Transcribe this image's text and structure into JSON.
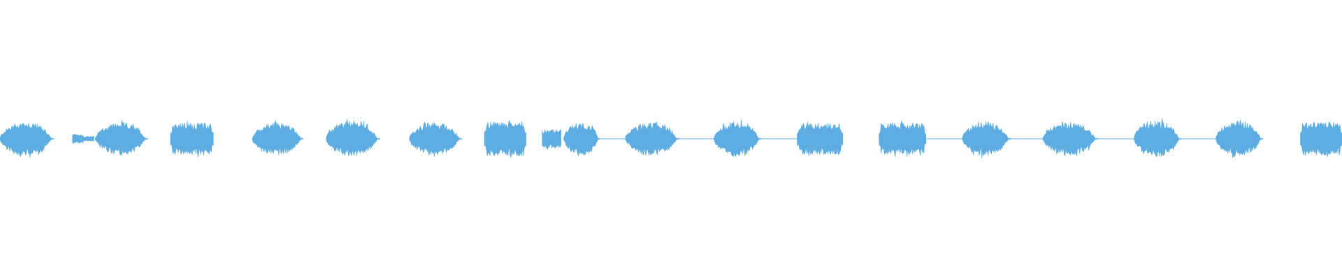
{
  "waveform": {
    "color": "#5DADE2",
    "background": "#ffffff",
    "normalized_peak": 1.0,
    "bursts": [
      {
        "start": 0.0,
        "end": 0.04,
        "level": 0.85,
        "shape": "swell"
      },
      {
        "start": 0.054,
        "end": 0.062,
        "level": 0.22,
        "shape": "flat"
      },
      {
        "start": 0.062,
        "end": 0.07,
        "level": 0.12,
        "shape": "flat"
      },
      {
        "start": 0.071,
        "end": 0.11,
        "level": 0.8,
        "shape": "swell"
      },
      {
        "start": 0.127,
        "end": 0.159,
        "level": 0.82,
        "shape": "block"
      },
      {
        "start": 0.188,
        "end": 0.226,
        "level": 0.8,
        "shape": "swell"
      },
      {
        "start": 0.243,
        "end": 0.283,
        "level": 0.88,
        "shape": "swell"
      },
      {
        "start": 0.305,
        "end": 0.344,
        "level": 0.8,
        "shape": "swell"
      },
      {
        "start": 0.361,
        "end": 0.392,
        "level": 0.88,
        "shape": "block"
      },
      {
        "start": 0.404,
        "end": 0.418,
        "level": 0.45,
        "shape": "flat"
      },
      {
        "start": 0.42,
        "end": 0.447,
        "level": 0.8,
        "shape": "swell"
      },
      {
        "start": 0.466,
        "end": 0.506,
        "level": 0.8,
        "shape": "swell"
      },
      {
        "start": 0.532,
        "end": 0.567,
        "level": 0.85,
        "shape": "swell"
      },
      {
        "start": 0.594,
        "end": 0.628,
        "level": 0.8,
        "shape": "block"
      },
      {
        "start": 0.655,
        "end": 0.69,
        "level": 0.8,
        "shape": "block"
      },
      {
        "start": 0.717,
        "end": 0.753,
        "level": 0.85,
        "shape": "swell"
      },
      {
        "start": 0.777,
        "end": 0.818,
        "level": 0.82,
        "shape": "swell"
      },
      {
        "start": 0.845,
        "end": 0.88,
        "level": 0.92,
        "shape": "swell"
      },
      {
        "start": 0.906,
        "end": 0.941,
        "level": 0.88,
        "shape": "swell"
      },
      {
        "start": 0.969,
        "end": 1.0,
        "level": 0.85,
        "shape": "block"
      }
    ],
    "connectors": [
      {
        "start": 0.447,
        "end": 0.466
      },
      {
        "start": 0.506,
        "end": 0.532
      },
      {
        "start": 0.567,
        "end": 0.594
      },
      {
        "start": 0.69,
        "end": 0.717
      },
      {
        "start": 0.753,
        "end": 0.777
      },
      {
        "start": 0.818,
        "end": 0.845
      },
      {
        "start": 0.88,
        "end": 0.906
      }
    ]
  }
}
